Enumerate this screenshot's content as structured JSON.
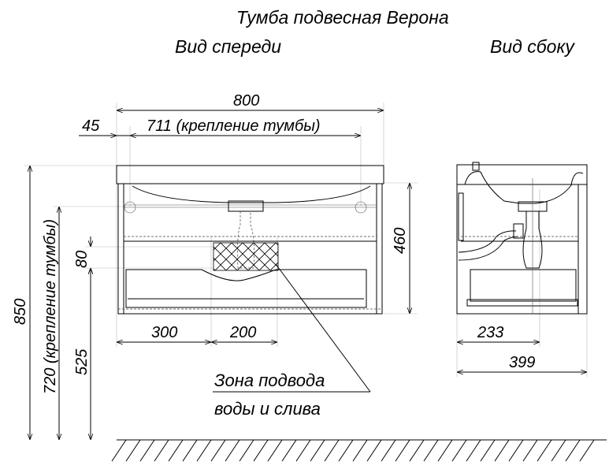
{
  "title": "Тумба подвесная Верона",
  "views": {
    "front": "Вид спереди",
    "side": "Вид сбоку"
  },
  "dimensions": {
    "width_total": "800",
    "offset_left": "45",
    "mount_width": "711 (крепление тумбы)",
    "height_body": "460",
    "zone_height": "80",
    "height_total": "850",
    "mount_height": "720 (крепление тумбы)",
    "zone_bottom": "525",
    "zone_offset": "300",
    "zone_width": "200",
    "side_offset": "233",
    "depth_total": "399"
  },
  "callout": {
    "line1": "Зона подвода",
    "line2": "воды и слива"
  }
}
